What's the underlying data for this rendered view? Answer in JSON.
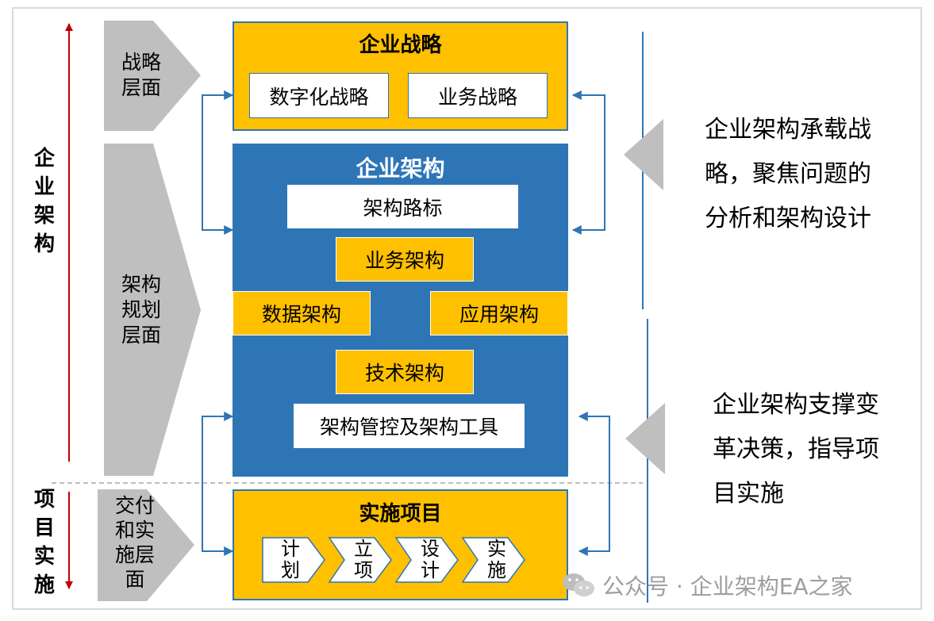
{
  "left_axis": {
    "ea_label": "企业\n架构",
    "project_label": "项目\n实施",
    "arrow_color": "#c00000"
  },
  "chevrons": {
    "strategy": "战略\n层面",
    "planning": "架构\n规划\n层面",
    "delivery": "交付\n和实\n施层\n面"
  },
  "strategy_box": {
    "title": "企业战略",
    "items": [
      "数字化战略",
      "业务战略"
    ]
  },
  "ea_box": {
    "title": "企业架构",
    "roadmap": "架构路标",
    "business": "业务架构",
    "data": "数据架构",
    "application": "应用架构",
    "technology": "技术架构",
    "governance": "架构管控及架构工具"
  },
  "project_box": {
    "title": "实施项目",
    "steps": [
      "计\n划",
      "立\n项",
      "设\n计",
      "实\n施"
    ]
  },
  "right_notes": {
    "top": "企业架构承载战\n略，聚焦问题的\n分析和架构设计",
    "bottom": "企业架构支撑变\n革决策，指导项\n目实施"
  },
  "watermark": {
    "text": "公众号 · 企业架构EA之家",
    "icon": "wechat-icon"
  },
  "colors": {
    "yellow": "#ffc000",
    "blue": "#2e75b6",
    "gray": "#bfbfbf"
  }
}
